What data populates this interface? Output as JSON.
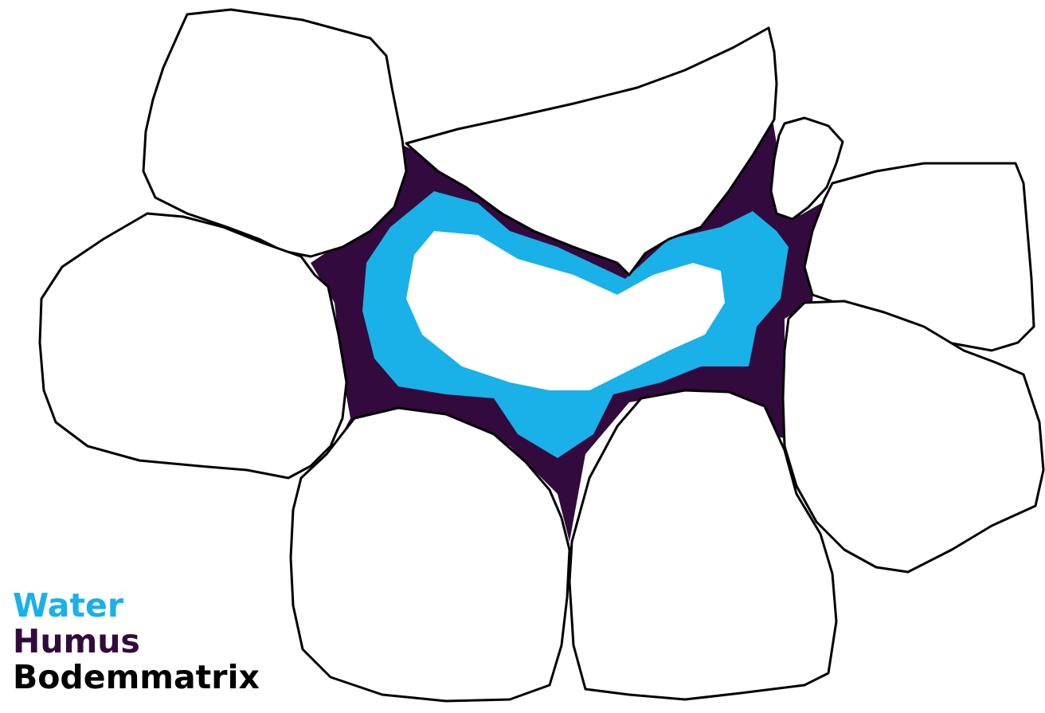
{
  "legend": {
    "water": "Water",
    "humus": "Humus",
    "matrix": "Bodemmatrix"
  },
  "colors": {
    "water": "#1AB0E8",
    "humus": "#330A3D",
    "matrix": "#000000",
    "pore": "#FFFFFF",
    "grain_fill": "#FFFFFF",
    "grain_outline": "#000000"
  }
}
